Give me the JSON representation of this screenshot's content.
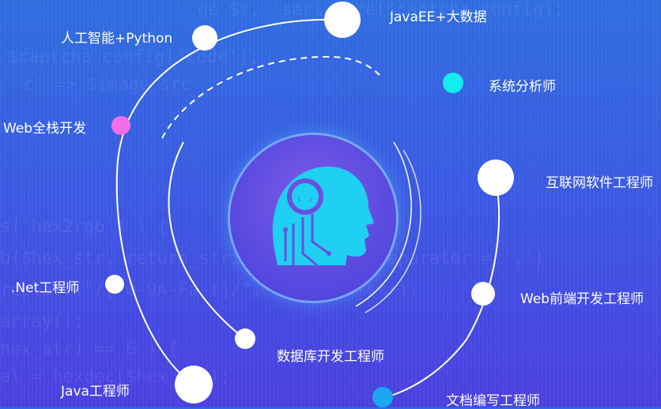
{
  "nodes": [
    {
      "id": "javaee",
      "label": "JavaEE+大数据"
    },
    {
      "id": "ai",
      "label": "人工智能+Python"
    },
    {
      "id": "analyst",
      "label": "系统分析师"
    },
    {
      "id": "web-fullstack",
      "label": "Web全栈开发"
    },
    {
      "id": "internet-engineer",
      "label": "互联网软件工程师"
    },
    {
      "id": "dotnet",
      "label": ".Net工程师"
    },
    {
      "id": "web-frontend",
      "label": "Web前端开发工程师"
    },
    {
      "id": "db-engineer",
      "label": "数据库开发工程师"
    },
    {
      "id": "java",
      "label": "Java工程师"
    },
    {
      "id": "doc-engineer",
      "label": "文档编写工程师"
    }
  ],
  "colors": {
    "dot_white": "#ffffff",
    "dot_cyan": "#13ecf0",
    "dot_pink": "#f36ee6",
    "dot_blue": "#1aa7f0",
    "head_cyan": "#1fd0f2"
  },
  "hub": {
    "icon": "ai-head-icon"
  }
}
